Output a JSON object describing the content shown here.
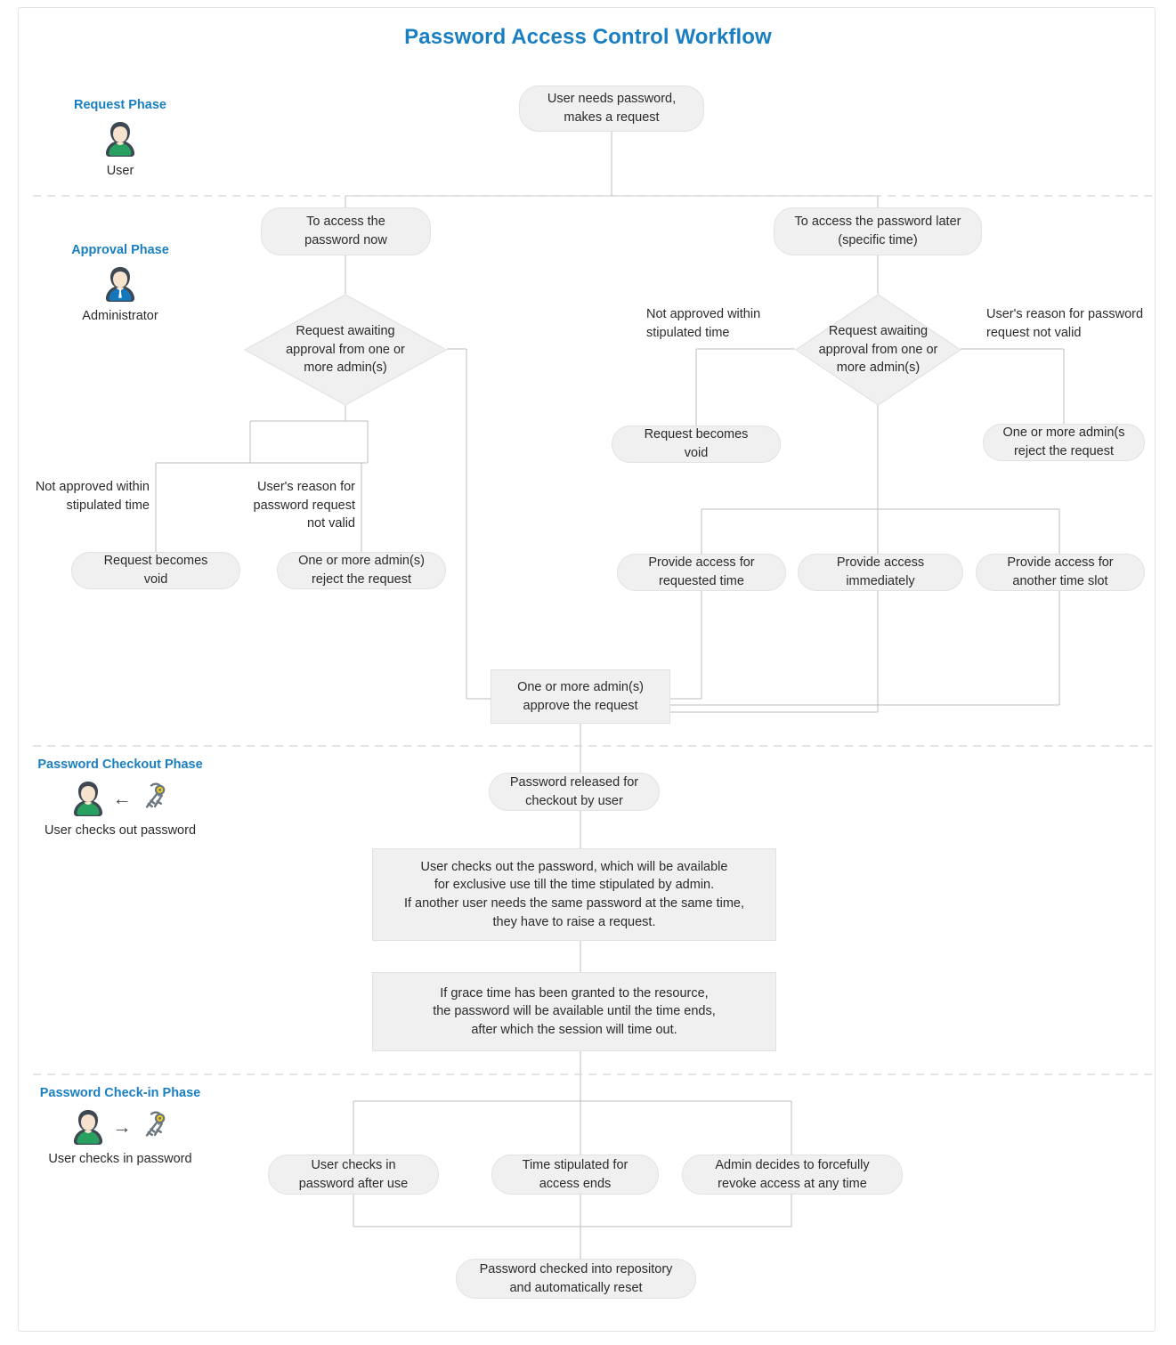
{
  "diagram": {
    "title": "Password Access Control Workflow",
    "type": "flowchart",
    "accent_color": "#1a7fc1",
    "node_fill": "#f0f0f0",
    "node_stroke": "#e2e2e2",
    "connector_color": "#bdbdbd",
    "lane_divider_color": "#dcdcdc"
  },
  "phases": [
    {
      "id": "request",
      "title": "Request Phase",
      "role": "User",
      "icons": [
        "user-icon"
      ]
    },
    {
      "id": "approval",
      "title": "Approval Phase",
      "role": "Administrator",
      "icons": [
        "administrator-icon"
      ]
    },
    {
      "id": "checkout",
      "title": "Password Checkout Phase",
      "role": "User checks out password",
      "icons": [
        "user-icon",
        "arrow-left-icon",
        "keys-icon"
      ]
    },
    {
      "id": "checkin",
      "title": "Password Check-in Phase",
      "role": "User checks in password",
      "icons": [
        "user-icon",
        "arrow-right-icon",
        "keys-icon"
      ]
    }
  ],
  "nodes": {
    "start": "User needs password,\nmakes a request",
    "access_now": "To access the\npassword now",
    "access_later": "To access the password later\n(specific time)",
    "decision_left": "Request awaiting\napproval from one or\nmore admin(s)",
    "decision_right": "Request awaiting\napproval from one or\nmore admin(s)",
    "void_left": "Request becomes\nvoid",
    "reject_left": "One or more admin(s)\nreject the request",
    "void_right": "Request becomes\nvoid",
    "reject_right": "One or more admin(s\nreject the request",
    "provide_requested": "Provide access for\nrequested time",
    "provide_immediately": "Provide access\nimmediately",
    "provide_another": "Provide access for\nanother time slot",
    "approve": "One or more admin(s)\napprove the request",
    "released": "Password released for\ncheckout by user",
    "checkout_note": "User checks out the password, which will be available\nfor exclusive use till the time stipulated by admin.\nIf another user needs the same password at the same time,\nthey have to raise a request.",
    "grace_note": "If grace time has been granted to the resource,\nthe password will be available until the time ends,\nafter which the session will time out.",
    "checkin_user": "User checks in\npassword after use",
    "checkin_time": "Time stipulated for\naccess ends",
    "checkin_admin": "Admin decides to forcefully\nrevoke access at any time",
    "checked_in": "Password checked into repository\nand automatically reset"
  },
  "edge_labels": {
    "left_not_approved": "Not approved within\nstipulated time",
    "left_reason_invalid": "User's reason for\npassword request\nnot valid",
    "right_not_approved": "Not approved within\nstipulated time",
    "right_reason_invalid": "User's reason for password\nrequest not valid"
  }
}
